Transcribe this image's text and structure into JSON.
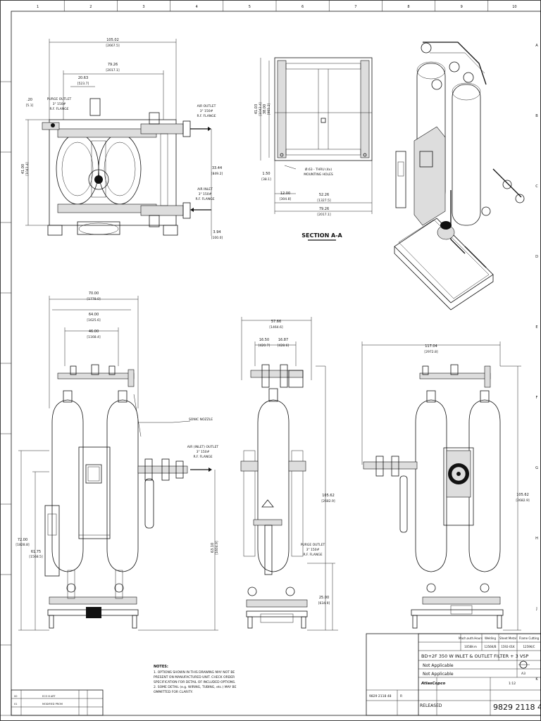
{
  "sheet": {
    "columns": [
      "1",
      "2",
      "3",
      "4",
      "5",
      "6",
      "7",
      "8",
      "9",
      "10"
    ],
    "rows": [
      "A",
      "B",
      "C",
      "D",
      "E",
      "F",
      "G",
      "H",
      "J",
      "K"
    ]
  },
  "top_view": {
    "dims": {
      "overall": "105.02",
      "overall_mm": "[2667.5]",
      "mid": "79.26",
      "mid_mm": "[2017.1]",
      "small": "20.63",
      "small_mm": "[523.7]",
      "left_small": ".20",
      "left_small_mm": "[5.1]",
      "height": "41.00",
      "height_mm": "[1041.4]",
      "right_a": "33.44",
      "right_a_mm": "[849.2]",
      "right_b": "3.94",
      "right_b_mm": "[100.0]"
    },
    "labels": {
      "purge_outlet": [
        "PURGE OUTLET",
        "3\" 150#",
        "R.F. FLANGE"
      ],
      "air_outlet": [
        "AIR OUTLET",
        "3\" 150#",
        "R.F. FLANGE"
      ],
      "air_inlet": [
        "AIR INLET",
        "3\" 150#",
        "R.F. FLANGE"
      ]
    }
  },
  "section_aa": {
    "title": "SECTION A-A",
    "dims": {
      "h1": "41.03",
      "h1_mm": "[1042.4]",
      "h2": "38.00",
      "h2_mm": "[965.2]",
      "h3": "1.50",
      "h3_mm": "[38.1]",
      "w1": "12.00",
      "w1_mm": "[304.8]",
      "w2": "52.26",
      "w2_mm": "[1327.5]",
      "w3": "79.26",
      "w3_mm": "[2017.1]"
    },
    "holes_note": [
      "Ø.63 - THRU (4x)",
      "MOUNTING HOLES"
    ]
  },
  "front_view": {
    "dims": {
      "w1": "70.00",
      "w1_mm": "[1778.0]",
      "w2": "64.00",
      "w2_mm": "[1625.6]",
      "w3": "46.00",
      "w3_mm": "[1168.4]",
      "h1": "72.00",
      "h1_mm": "[1828.8]",
      "h2": "61.75",
      "h2_mm": "[1568.5]",
      "h3": "63.10",
      "h3_mm": "[1604.9]"
    },
    "labels": {
      "sonic_nozzle": "SONIC NOZZLE",
      "air_inlet_outlet": [
        "AIR (INLET) OUTLET",
        "3\" 150#",
        "R.F. FLANGE"
      ]
    }
  },
  "side_view": {
    "dims": {
      "w1": "57.66",
      "w1_mm": "[1464.6]",
      "w2": "16.50",
      "w2_mm": "[420.7]",
      "w3": "16.87",
      "w3_mm": "[428.6]",
      "h1": "105.62",
      "h1_mm": "[2682.9]",
      "h2": "25.00",
      "h2_mm": "[634.9]"
    },
    "labels": {
      "purge_outlet": [
        "PURGE OUTLET",
        "3\" 150#",
        "R.F. FLANGE"
      ]
    }
  },
  "rear_view": {
    "dims": {
      "w1": "117.04",
      "w1_mm": "[2972.8]",
      "h1": "105.62",
      "h1_mm": "[2682.9]"
    }
  },
  "notes": {
    "title": "NOTES:",
    "lines": [
      "1. OPTIONS SHOWN IN THIS DRAWING MAY NOT BE",
      "PRESENT ON MANUFACTURED UNIT. CHECK ORDER",
      "SPECIFICATION FOR DETAIL OF INCLUDED OPTIONS.",
      "2. SOME DETAIL (e.g. WIRING, TUBING, etc.) MAY BE",
      "OMMITTED FOR CLARITY."
    ]
  },
  "title_block": {
    "cols": [
      "Mach.auth.Hours",
      "Welding",
      "Sheet Metal",
      "Flame Cutting"
    ],
    "vals": [
      "1056K-m",
      "1256K/B",
      "1592-01K",
      "1259K/C"
    ],
    "title": "BD+2F 350 W   INLET & OUTLET FILTER + 3 VSP",
    "not_applicable_1": "Not Applicable",
    "not_applicable_2": "Not Applicable",
    "brand": "AtlasCopco",
    "status": "RELEASED",
    "doc_number": "9829 2118 48",
    "doc_number_small": "9829 2118 48",
    "sheet_code": "A3",
    "revision": "R",
    "scale": "1:12",
    "rev_rows": [
      [
        "00",
        "ECO 8 ART"
      ],
      [
        "01",
        "MODIFIED PROM"
      ]
    ]
  }
}
